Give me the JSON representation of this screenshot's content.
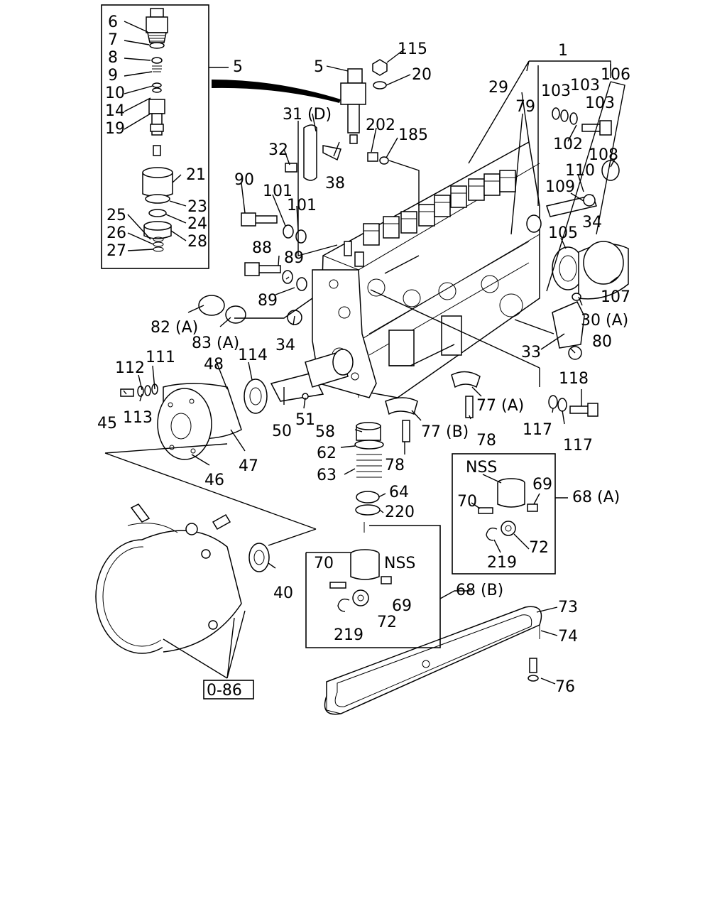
{
  "diagram": {
    "inset_top_left": {
      "callouts": [
        {
          "id": "c6",
          "text": "6"
        },
        {
          "id": "c7",
          "text": "7"
        },
        {
          "id": "c8",
          "text": "8"
        },
        {
          "id": "c9",
          "text": "9"
        },
        {
          "id": "c10",
          "text": "10"
        },
        {
          "id": "c14",
          "text": "14"
        },
        {
          "id": "c19",
          "text": "19"
        },
        {
          "id": "c21",
          "text": "21"
        },
        {
          "id": "c23",
          "text": "23"
        },
        {
          "id": "c24",
          "text": "24"
        },
        {
          "id": "c25",
          "text": "25"
        },
        {
          "id": "c26",
          "text": "26"
        },
        {
          "id": "c27",
          "text": "27"
        },
        {
          "id": "c28",
          "text": "28"
        }
      ],
      "ref_label": "5"
    },
    "main_labels": {
      "l1": "1",
      "l5": "5",
      "l115": "115",
      "l20": "20",
      "l29": "29",
      "l79": "79",
      "l103a": "103",
      "l103b": "103",
      "l103c": "103",
      "l106": "106",
      "l31": "31 (D)",
      "l202": "202",
      "l185": "185",
      "l102": "102",
      "l32": "32",
      "l108": "108",
      "l110": "110",
      "l38": "38",
      "l90": "90",
      "l101a": "101",
      "l101b": "101",
      "l109": "109",
      "l34a": "34",
      "l105": "105",
      "l88": "88",
      "l89a": "89",
      "l89b": "89",
      "l107": "107",
      "l30": "30 (A)",
      "l82": "82 (A)",
      "l83": "83 (A)",
      "l34b": "34",
      "l33": "33",
      "l80": "80",
      "l111": "111",
      "l112": "112",
      "l48": "48",
      "l114": "114",
      "l118": "118",
      "l45": "45",
      "l113": "113",
      "l51": "51",
      "l50": "50",
      "l58": "58",
      "l77b": "77 (B)",
      "l77a": "77 (A)",
      "l78a": "78",
      "l78b": "78",
      "l117a": "117",
      "l117b": "117",
      "l47": "47",
      "l46": "46",
      "l62": "62",
      "l63": "63",
      "l64": "64",
      "l220": "220",
      "l40": "40"
    },
    "inset_68a": {
      "title": "68 (A)",
      "nss": "NSS",
      "p69": "69",
      "p70": "70",
      "p72": "72",
      "p219": "219"
    },
    "inset_68b": {
      "title": "68 (B)",
      "nss": "NSS",
      "p69": "69",
      "p70": "70",
      "p72": "72",
      "p219": "219"
    },
    "gasket_labels": {
      "l73": "73",
      "l74": "74",
      "l76": "76"
    },
    "ref_box": "0-86"
  }
}
